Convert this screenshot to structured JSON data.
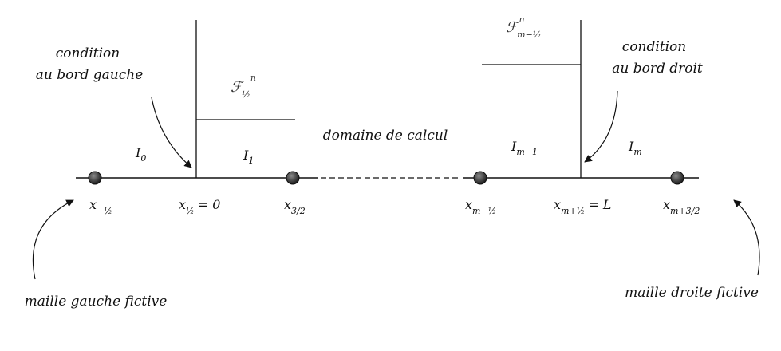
{
  "labels": {
    "left_condition_line1": "condition",
    "left_condition_line2": "au bord gauche",
    "right_condition_line1": "condition",
    "right_condition_line2": "au bord droit",
    "domain": "domaine de calcul",
    "left_ghost": "maille gauche fictive",
    "right_ghost": "maille droite fictive"
  },
  "cells": {
    "I0": {
      "base": "I",
      "sub": "0"
    },
    "I1": {
      "base": "I",
      "sub": "1"
    },
    "Im1": {
      "base": "I",
      "sub": "m−1"
    },
    "Im": {
      "base": "I",
      "sub": "m"
    }
  },
  "nodes": {
    "x_minus_half": {
      "base": "x",
      "sub": "−½"
    },
    "x_half": {
      "base": "x",
      "sub": "½",
      "suffix": "= 0"
    },
    "x_three_half": {
      "base": "x",
      "sub": "3/2"
    },
    "x_m_minus_half": {
      "base": "x",
      "sub": "m−½"
    },
    "x_m_plus_half": {
      "base": "x",
      "sub": "m+½",
      "suffix": "= L"
    },
    "x_m_plus_three_half": {
      "base": "x",
      "sub": "m+3/2"
    }
  },
  "fluxes": {
    "left": {
      "base": "ℱ",
      "sub": "½",
      "sup": "n"
    },
    "right": {
      "base": "ℱ",
      "sub": "m−½",
      "sup": "n"
    }
  },
  "colors": {
    "line": "#111111",
    "node_fill": "#3a3a3a"
  }
}
